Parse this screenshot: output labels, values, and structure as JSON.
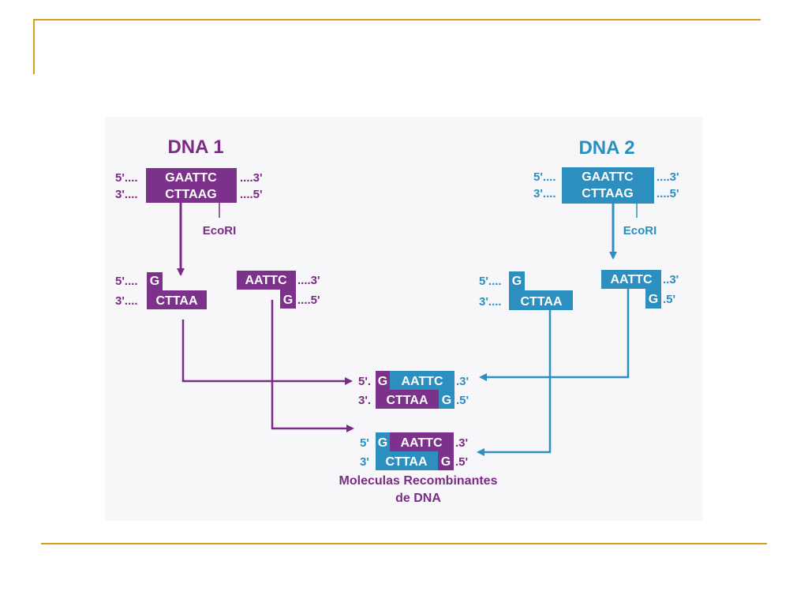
{
  "colors": {
    "purple": "#7b2b86",
    "purple_block": "#7c318a",
    "blue": "#2d8fc0",
    "blue_text": "#2a8fbf",
    "gold_rule": "#d4a017"
  },
  "dna1": {
    "title": "DNA 1",
    "top_left": "5'....",
    "top_seq": "GAATTC",
    "top_right": "....3'",
    "bottom_left": "3'....",
    "bottom_seq": "CTTAAG",
    "bottom_right": "....5'",
    "enzyme": "EcoRI",
    "frag_left": {
      "top_left": "5'....",
      "top_seq": "G",
      "bottom_left": "3'....",
      "bottom_seq": "CTTAA"
    },
    "frag_right": {
      "top_seq": "AATTC",
      "top_right": "....3'",
      "bottom_seq": "G",
      "bottom_right": "....5'"
    }
  },
  "dna2": {
    "title": "DNA 2",
    "top_left": "5'....",
    "top_seq": "GAATTC",
    "top_right": "....3'",
    "bottom_left": "3'....",
    "bottom_seq": "CTTAAG",
    "bottom_right": "....5'",
    "enzyme": "EcoRI",
    "frag_left": {
      "top_left": "5'....",
      "top_seq": "G",
      "bottom_left": "3'....",
      "bottom_seq": "CTTAA"
    },
    "frag_right": {
      "top_seq": "AATTC",
      "top_right": "..3'",
      "bottom_seq": "G",
      "bottom_right": ".5'"
    }
  },
  "recombinant1": {
    "top_left": "5'.",
    "top_a": "G",
    "top_b": "AATTC",
    "top_right": ".3'",
    "bottom_left": "3'.",
    "bottom_a": "CTTAA",
    "bottom_b": "G",
    "bottom_right": ".5'"
  },
  "recombinant2": {
    "top_left": "5'",
    "top_a": "G",
    "top_b": "AATTC",
    "top_right": ".3'",
    "bottom_left": "3'",
    "bottom_a": "CTTAA",
    "bottom_b": "G",
    "bottom_right": ".5'"
  },
  "caption": {
    "line1": "Moleculas Recombinantes",
    "line2": "de DNA"
  }
}
